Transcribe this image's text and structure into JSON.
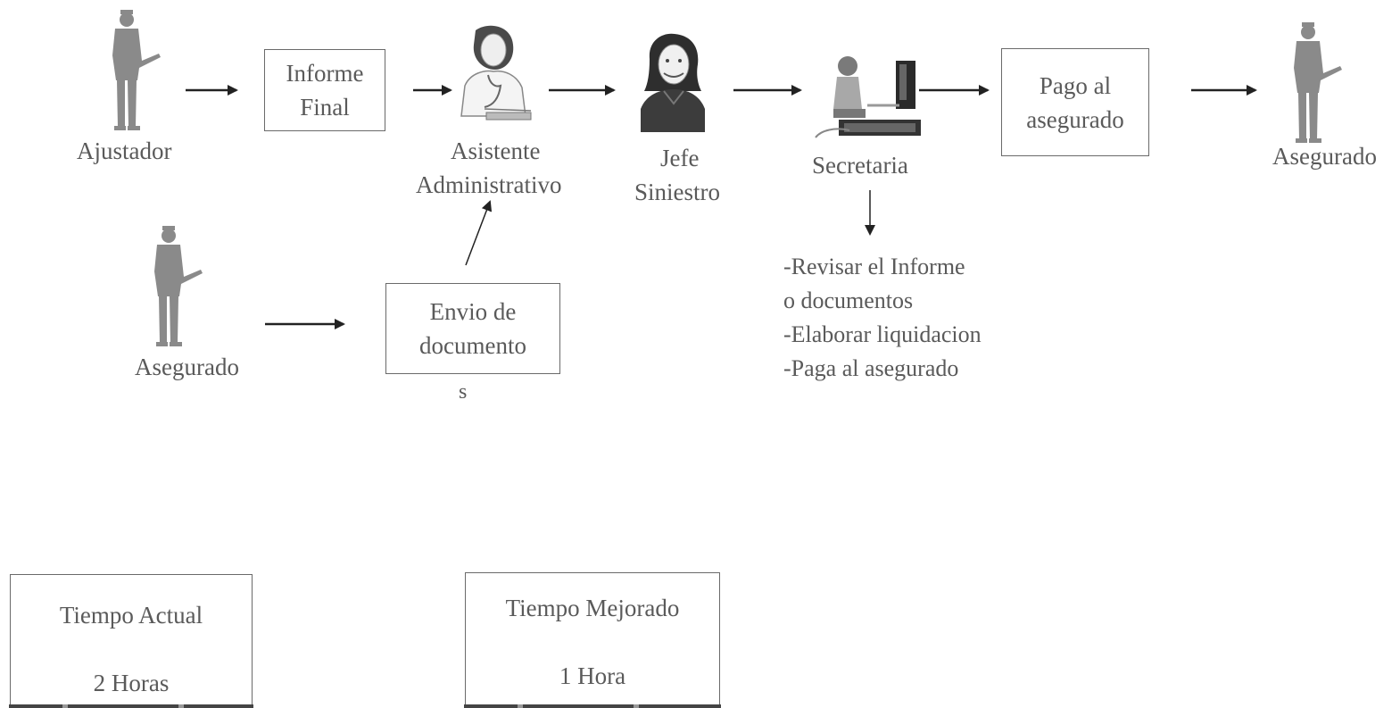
{
  "actors": {
    "ajustador": "Ajustador",
    "asistente_line1": "Asistente",
    "asistente_line2": "Administrativo",
    "jefe_line1": "Jefe",
    "jefe_line2": "Siniestro",
    "secretaria": "Secretaria",
    "asegurado_right": "Asegurado",
    "asegurado_bottom": "Asegurado"
  },
  "boxes": {
    "informe_line1": "Informe",
    "informe_line2": "Final",
    "pago_line1": "Pago al",
    "pago_line2": "asegurado",
    "envio_line1": "Envio de",
    "envio_line2": "documento",
    "envio_overflow": "s"
  },
  "tasks": [
    "-Revisar el Informe",
    "o documentos",
    "-Elaborar liquidacion",
    "-Paga al asegurado"
  ],
  "times": {
    "actual_title": "Tiempo Actual",
    "actual_value": "2 Horas",
    "mejorado_title": "Tiempo Mejorado",
    "mejorado_value": "1 Hora"
  },
  "colors": {
    "figure": "#8a8a8a",
    "arrow": "#222222",
    "border": "#6a6a6a"
  }
}
